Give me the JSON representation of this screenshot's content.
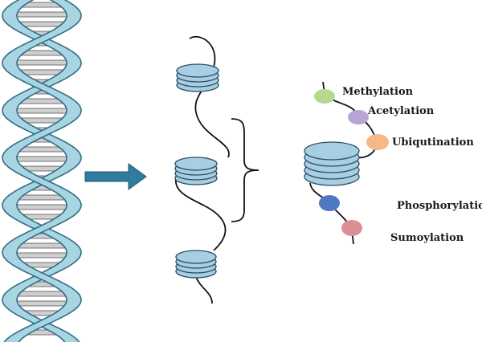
{
  "modifications": [
    {
      "label": "Methylation",
      "color": "#b8d88f"
    },
    {
      "label": "Acetylation",
      "color": "#b7a5d6"
    },
    {
      "label": "Ubiqutination",
      "color": "#f6b887"
    },
    {
      "label": "Phosphorylation",
      "color": "#4f78c2"
    },
    {
      "label": "Sumoylation",
      "color": "#dd8e93"
    }
  ],
  "colors": {
    "helix_fill": "#a9d5e3",
    "helix_stroke": "#2f6e88",
    "rung_fill": "#cfcfcf",
    "nucleosome_fill": "#a8cee4",
    "nucleosome_stroke": "#2b4d62",
    "arrow_fill": "#2f7c9c"
  }
}
